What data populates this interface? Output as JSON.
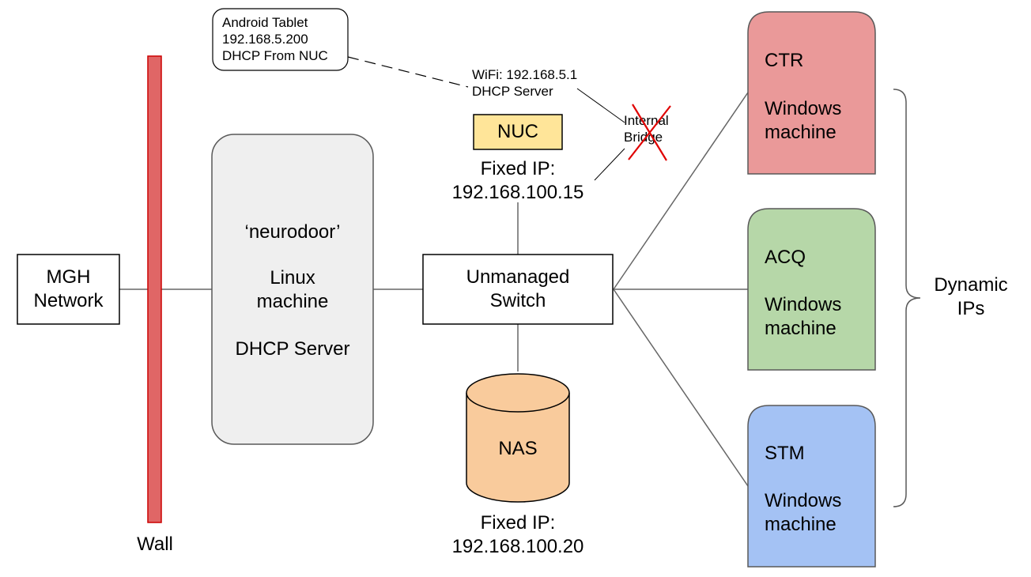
{
  "colors": {
    "wall": "#e06666",
    "wall_stroke": "#cc0000",
    "linux_fill": "#efefef",
    "nuc_fill": "#ffe599",
    "nas_fill": "#f9cb9c",
    "ctr_fill": "#ea9999",
    "acq_fill": "#b6d7a8",
    "stm_fill": "#a4c2f4",
    "cross": "#e00000",
    "line": "#666666"
  },
  "mgh": {
    "line1": "MGH",
    "line2": "Network"
  },
  "wall": {
    "label": "Wall"
  },
  "linux": {
    "name": "‘neurodoor’",
    "type1": "Linux",
    "type2": "machine",
    "role": "DHCP Server"
  },
  "tablet": {
    "line1": "Android Tablet",
    "line2": "192.168.5.200",
    "line3": "DHCP From NUC"
  },
  "wifi": {
    "line1": "WiFi: 192.168.5.1",
    "line2": "DHCP Server"
  },
  "bridge": {
    "line1": "Internal",
    "line2": "Bridge"
  },
  "nuc": {
    "label": "NUC",
    "ip_label": "Fixed IP:",
    "ip": "192.168.100.15"
  },
  "switch": {
    "line1": "Unmanaged",
    "line2": "Switch"
  },
  "nas": {
    "label": "NAS",
    "ip_label": "Fixed IP:",
    "ip": "192.168.100.20"
  },
  "machines": [
    {
      "name": "CTR",
      "os": "Windows",
      "kind": "machine"
    },
    {
      "name": "ACQ",
      "os": "Windows",
      "kind": "machine"
    },
    {
      "name": "STM",
      "os": "Windows",
      "kind": "machine"
    }
  ],
  "dynamic": {
    "line1": "Dynamic",
    "line2": "IPs"
  }
}
